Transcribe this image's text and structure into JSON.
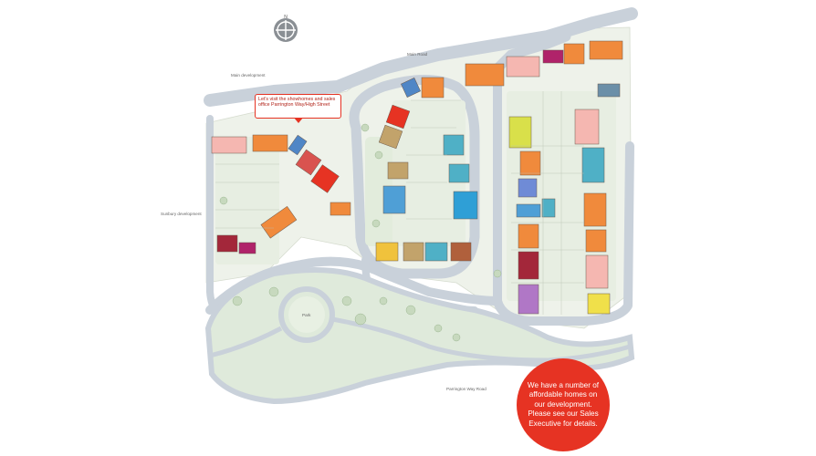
{
  "compass": {
    "letter": "N",
    "icon": "compass-icon"
  },
  "callout": {
    "text": "Let's visit the showhomes and sales office Parrington Way/High Street"
  },
  "promo": {
    "text": "We have a number of affordable homes on our development. Please see our Sales Executive for details."
  },
  "road_labels": {
    "north": "Main development",
    "top": "Main Road",
    "west": "Sunbury development",
    "south": "Parrington Way Road",
    "park": "Park"
  },
  "colors": {
    "road": "#c9d1da",
    "grass": "#e2ecdc",
    "park": "#dfeadb",
    "lot": "#f0f3ee",
    "accent": "#e63323"
  }
}
